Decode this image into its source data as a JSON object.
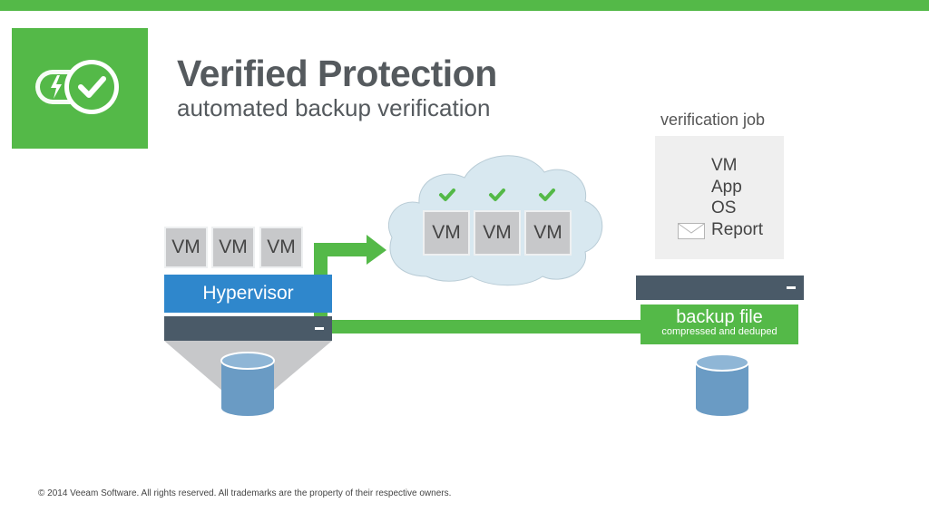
{
  "header": {
    "title": "Verified Protection",
    "subtitle": "automated backup verification"
  },
  "logo": {
    "icon": "lightning-check-icon"
  },
  "source": {
    "vms": [
      "VM",
      "VM",
      "VM"
    ],
    "hypervisor_label": "Hypervisor"
  },
  "sandbox": {
    "vms": [
      "VM",
      "VM",
      "VM"
    ],
    "checks": [
      "check-icon",
      "check-icon",
      "check-icon"
    ]
  },
  "verification_job": {
    "label": "verification job",
    "items": [
      "VM",
      "App",
      "OS",
      "Report"
    ]
  },
  "backup": {
    "title": "backup file",
    "subtitle": "compressed and deduped"
  },
  "footer": {
    "copyright": "© 2014 Veeam Software. All rights reserved. All trademarks are the property of their respective owners."
  },
  "colors": {
    "brand_green": "#54b948",
    "hypervisor_blue": "#2f87cc",
    "server_slate": "#4a5a68",
    "cloud_fill": "#d8e8f0",
    "disk_blue": "#6a9bc4",
    "vm_gray": "#c7c8ca"
  }
}
